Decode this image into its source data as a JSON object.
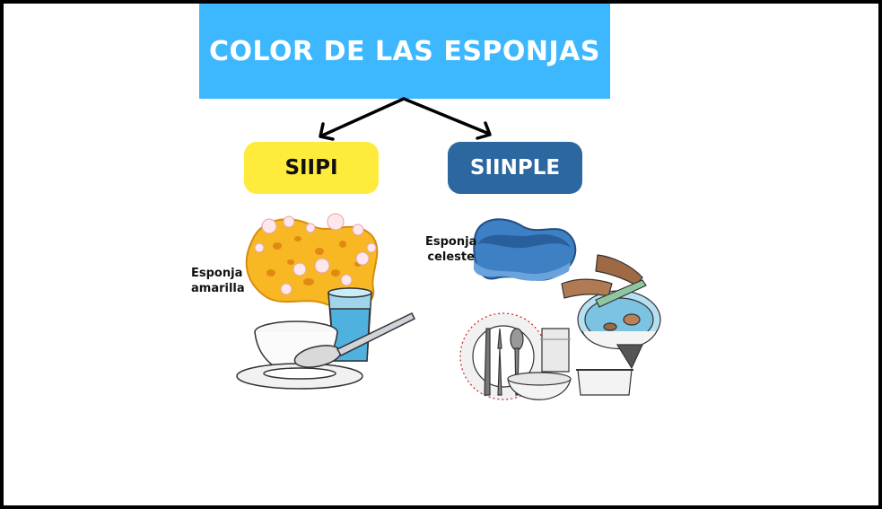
{
  "title": "COLOR DE LAS ESPONJAS",
  "branches": [
    {
      "label": "SIIPI",
      "caption_line1": "Esponja",
      "caption_line2": "amarilla"
    },
    {
      "label": "SIINPLE",
      "caption_line1": "Esponja",
      "caption_line2": "celeste"
    }
  ],
  "colors": {
    "title_bg": "#3db8ff",
    "yellow_pill": "#ffeb3b",
    "blue_pill": "#2c679f",
    "yellow_sponge": "#f7b824",
    "blue_sponge": "#2f6fb5"
  },
  "icons": [
    "yellow-sponge-icon",
    "bowl-spoon-glass-icon",
    "blue-sponge-icon",
    "dishes-utensils-icon",
    "washing-hands-icon"
  ]
}
